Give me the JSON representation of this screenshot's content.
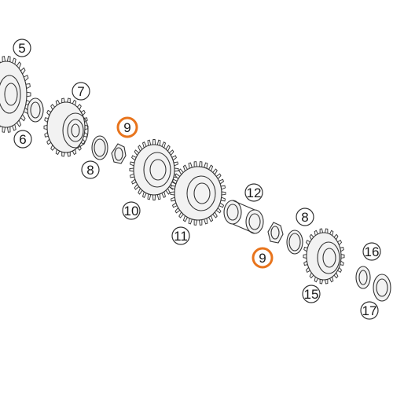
{
  "diagram": {
    "accent_color": "#e8741c",
    "callouts": [
      {
        "id": "c5",
        "label": "5",
        "highlight": false
      },
      {
        "id": "c6",
        "label": "6",
        "highlight": false
      },
      {
        "id": "c7",
        "label": "7",
        "highlight": false
      },
      {
        "id": "c8a",
        "label": "8",
        "highlight": false
      },
      {
        "id": "c9a",
        "label": "9",
        "highlight": true
      },
      {
        "id": "c10",
        "label": "10",
        "highlight": false
      },
      {
        "id": "c11",
        "label": "11",
        "highlight": false
      },
      {
        "id": "c12",
        "label": "12",
        "highlight": false
      },
      {
        "id": "c8b",
        "label": "8",
        "highlight": false
      },
      {
        "id": "c9b",
        "label": "9",
        "highlight": true
      },
      {
        "id": "c15",
        "label": "15",
        "highlight": false
      },
      {
        "id": "c16",
        "label": "16",
        "highlight": false
      },
      {
        "id": "c17",
        "label": "17",
        "highlight": false
      }
    ]
  }
}
